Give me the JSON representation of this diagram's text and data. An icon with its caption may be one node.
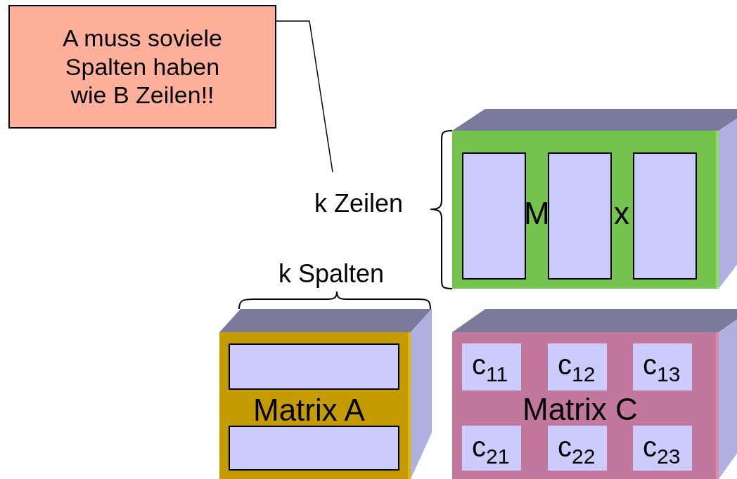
{
  "diagram": {
    "nodes": [
      {
        "text": [
          "A muss soviele Spalten haben wie B Zeilen!!"
        ]
      },
      {
        "text": [
          "k Zeilen"
        ]
      },
      {
        "text": [
          "M",
          "x"
        ]
      },
      {
        "text": [],
        "shape": "box",
        "in": 2
      },
      {
        "text": [],
        "shape": "box",
        "in": 2
      },
      {
        "text": [],
        "shape": "box",
        "in": 2
      },
      {
        "text": [
          "Matrix A"
        ]
      },
      {
        "text": [],
        "shape": "box",
        "in": 6
      },
      {
        "text": [],
        "shape": "box",
        "in": 6
      },
      {
        "text": [
          "Matrix C"
        ]
      },
      {
        "text": [
          "c$_{11}$"
        ],
        "in": 9
      },
      {
        "text": [
          "c$_{12}$"
        ],
        "in": 9
      },
      {
        "text": [
          "c$_{13}$"
        ],
        "in": 9
      },
      {
        "text": [
          "c$_{21}$"
        ],
        "in": 9
      },
      {
        "text": [
          "c$_{22}$"
        ],
        "in": 9
      },
      {
        "text": [
          "c$_{23}$"
        ],
        "in": 9
      }
    ],
    "edges": [
      {
        "from": 0,
        "to": 1,
        "arrow": "none"
      }
    ],
    "labels": [
      "k Spalten"
    ]
  }
}
